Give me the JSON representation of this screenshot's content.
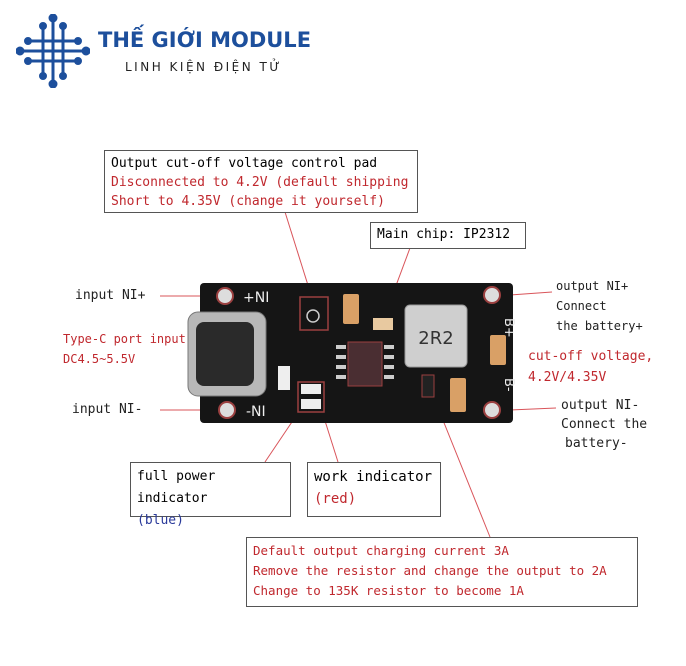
{
  "logo": {
    "title": "THẾ GIỚI MODULE",
    "subtitle": "LINH KIỆN ĐIỆN TỬ"
  },
  "board": {
    "inductor_label": "2R2",
    "pin_plus": "+NI",
    "pin_minus": "-NI",
    "b_plus": "B+",
    "b_minus": "B-"
  },
  "annotations": {
    "cutoff_pad": {
      "title": "Output cut-off voltage control pad",
      "line1": "Disconnected to 4.2V (default shipping",
      "line2": "Short to 4.35V (change it yourself)"
    },
    "main_chip": "Main chip: IP2312",
    "input_plus": "input NI+",
    "type_c": {
      "line1": "Type-C port input",
      "line2": "DC4.5~5.5V"
    },
    "input_minus": "input NI-",
    "output_plus": {
      "line1": "output NI+",
      "line2": "Connect",
      "line3": "the battery+"
    },
    "cutoff_voltage": {
      "line1": "cut-off voltage,",
      "line2": "4.2V/4.35V"
    },
    "output_minus": {
      "line1": "output NI-",
      "line2": "Connect the",
      "line3": "battery-"
    },
    "full_power": {
      "line1": "full power indicator",
      "line2": "(blue)"
    },
    "work": {
      "line1": "work indicator",
      "line2": "(red)"
    },
    "current": {
      "line1": "Default output charging current 3A",
      "line2": "Remove the resistor and change the output to 2A",
      "line3": "Change to 135K resistor to become 1A"
    }
  },
  "colors": {
    "brand": "#1d4f9c",
    "annotation_red": "#c0282e",
    "indicator_blue": "#2a3a9a",
    "pcb": "#151515"
  }
}
